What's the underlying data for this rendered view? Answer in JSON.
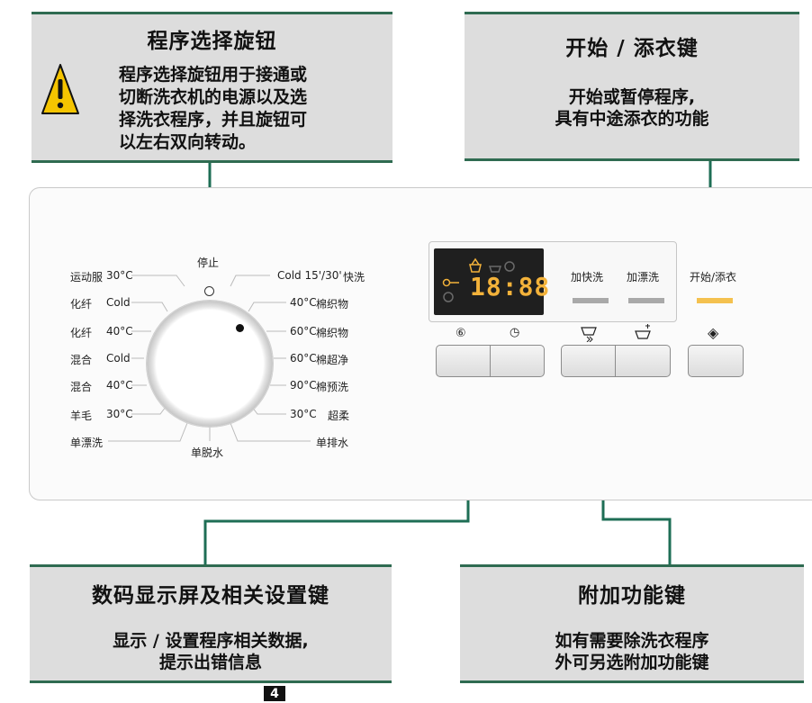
{
  "callouts": {
    "knob": {
      "title": "程序选择旋钮",
      "desc": "程序选择旋钮用于接通或\n切断洗衣机的电源以及选\n择洗衣程序，并且旋钮可\n以左右双向转动。",
      "icon": "warning-icon"
    },
    "start": {
      "title": "开始 / 添衣键",
      "desc": "开始或暂停程序,\n具有中途添衣的功能"
    },
    "display": {
      "title": "数码显示屏及相关设置键",
      "desc": "显示 / 设置程序相关数据,\n提示出错信息"
    },
    "extra": {
      "title": "附加功能键",
      "desc": "如有需要除洗衣程序\n外可另选附加功能键"
    }
  },
  "dial": {
    "top": "停止",
    "bottom": "单脱水",
    "left": [
      {
        "name": "运动服",
        "temp": "30°C"
      },
      {
        "name": "化纤",
        "temp": "Cold"
      },
      {
        "name": "化纤",
        "temp": "40°C"
      },
      {
        "name": "混合",
        "temp": "Cold"
      },
      {
        "name": "混合",
        "temp": "40°C"
      },
      {
        "name": "羊毛",
        "temp": "30°C"
      },
      {
        "name": "单漂洗",
        "temp": ""
      }
    ],
    "right": [
      {
        "temp": "Cold 15'/30'",
        "name": "快洗"
      },
      {
        "temp": "40°C",
        "name": "棉织物"
      },
      {
        "temp": "60°C",
        "name": "棉织物"
      },
      {
        "temp": "60°C",
        "name": "棉超净"
      },
      {
        "temp": "90°C",
        "name": "棉预洗"
      },
      {
        "temp": "30°C",
        "name": "超柔"
      },
      {
        "temp": "",
        "name": "单排水"
      }
    ]
  },
  "display": {
    "digits": "18:88"
  },
  "options": {
    "quick_wash": "加快洗",
    "extra_rinse": "加漂洗",
    "start_add": "开始/添衣"
  },
  "icons": {
    "spin": "⑥",
    "timer": "◷",
    "start": "◈"
  },
  "colors": {
    "callout_bg": "#dddddd",
    "accent_green": "#1e6e55",
    "led_amber": "#f3b23a",
    "start_led": "#f4c14f"
  },
  "page_number": "4"
}
